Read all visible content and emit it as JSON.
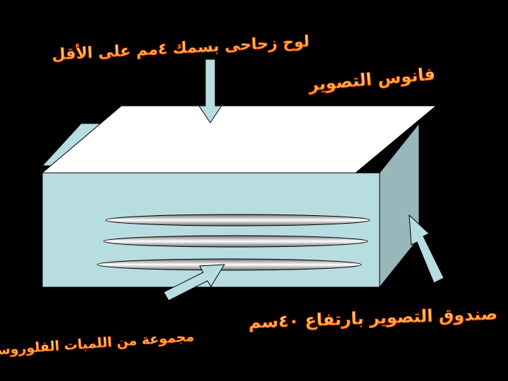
{
  "diagram": {
    "labels": {
      "glass_plate": "لوح زحاحى بسمك ٤مم على الأقل",
      "lantern": "فانوس التصوير",
      "box": "صندوق التصوير بارتفاع ٤٠سم",
      "lamps": "مجموعة من اللمبات الفلوروسنت"
    },
    "colors": {
      "background": "#000000",
      "box_front": "#b8dde1",
      "box_side": "#97b7bb",
      "box_top": "#ffffff",
      "arrow_fill": "#b8dde1",
      "label_fill": "#ffb84d",
      "label_stroke": "#e63900"
    }
  }
}
